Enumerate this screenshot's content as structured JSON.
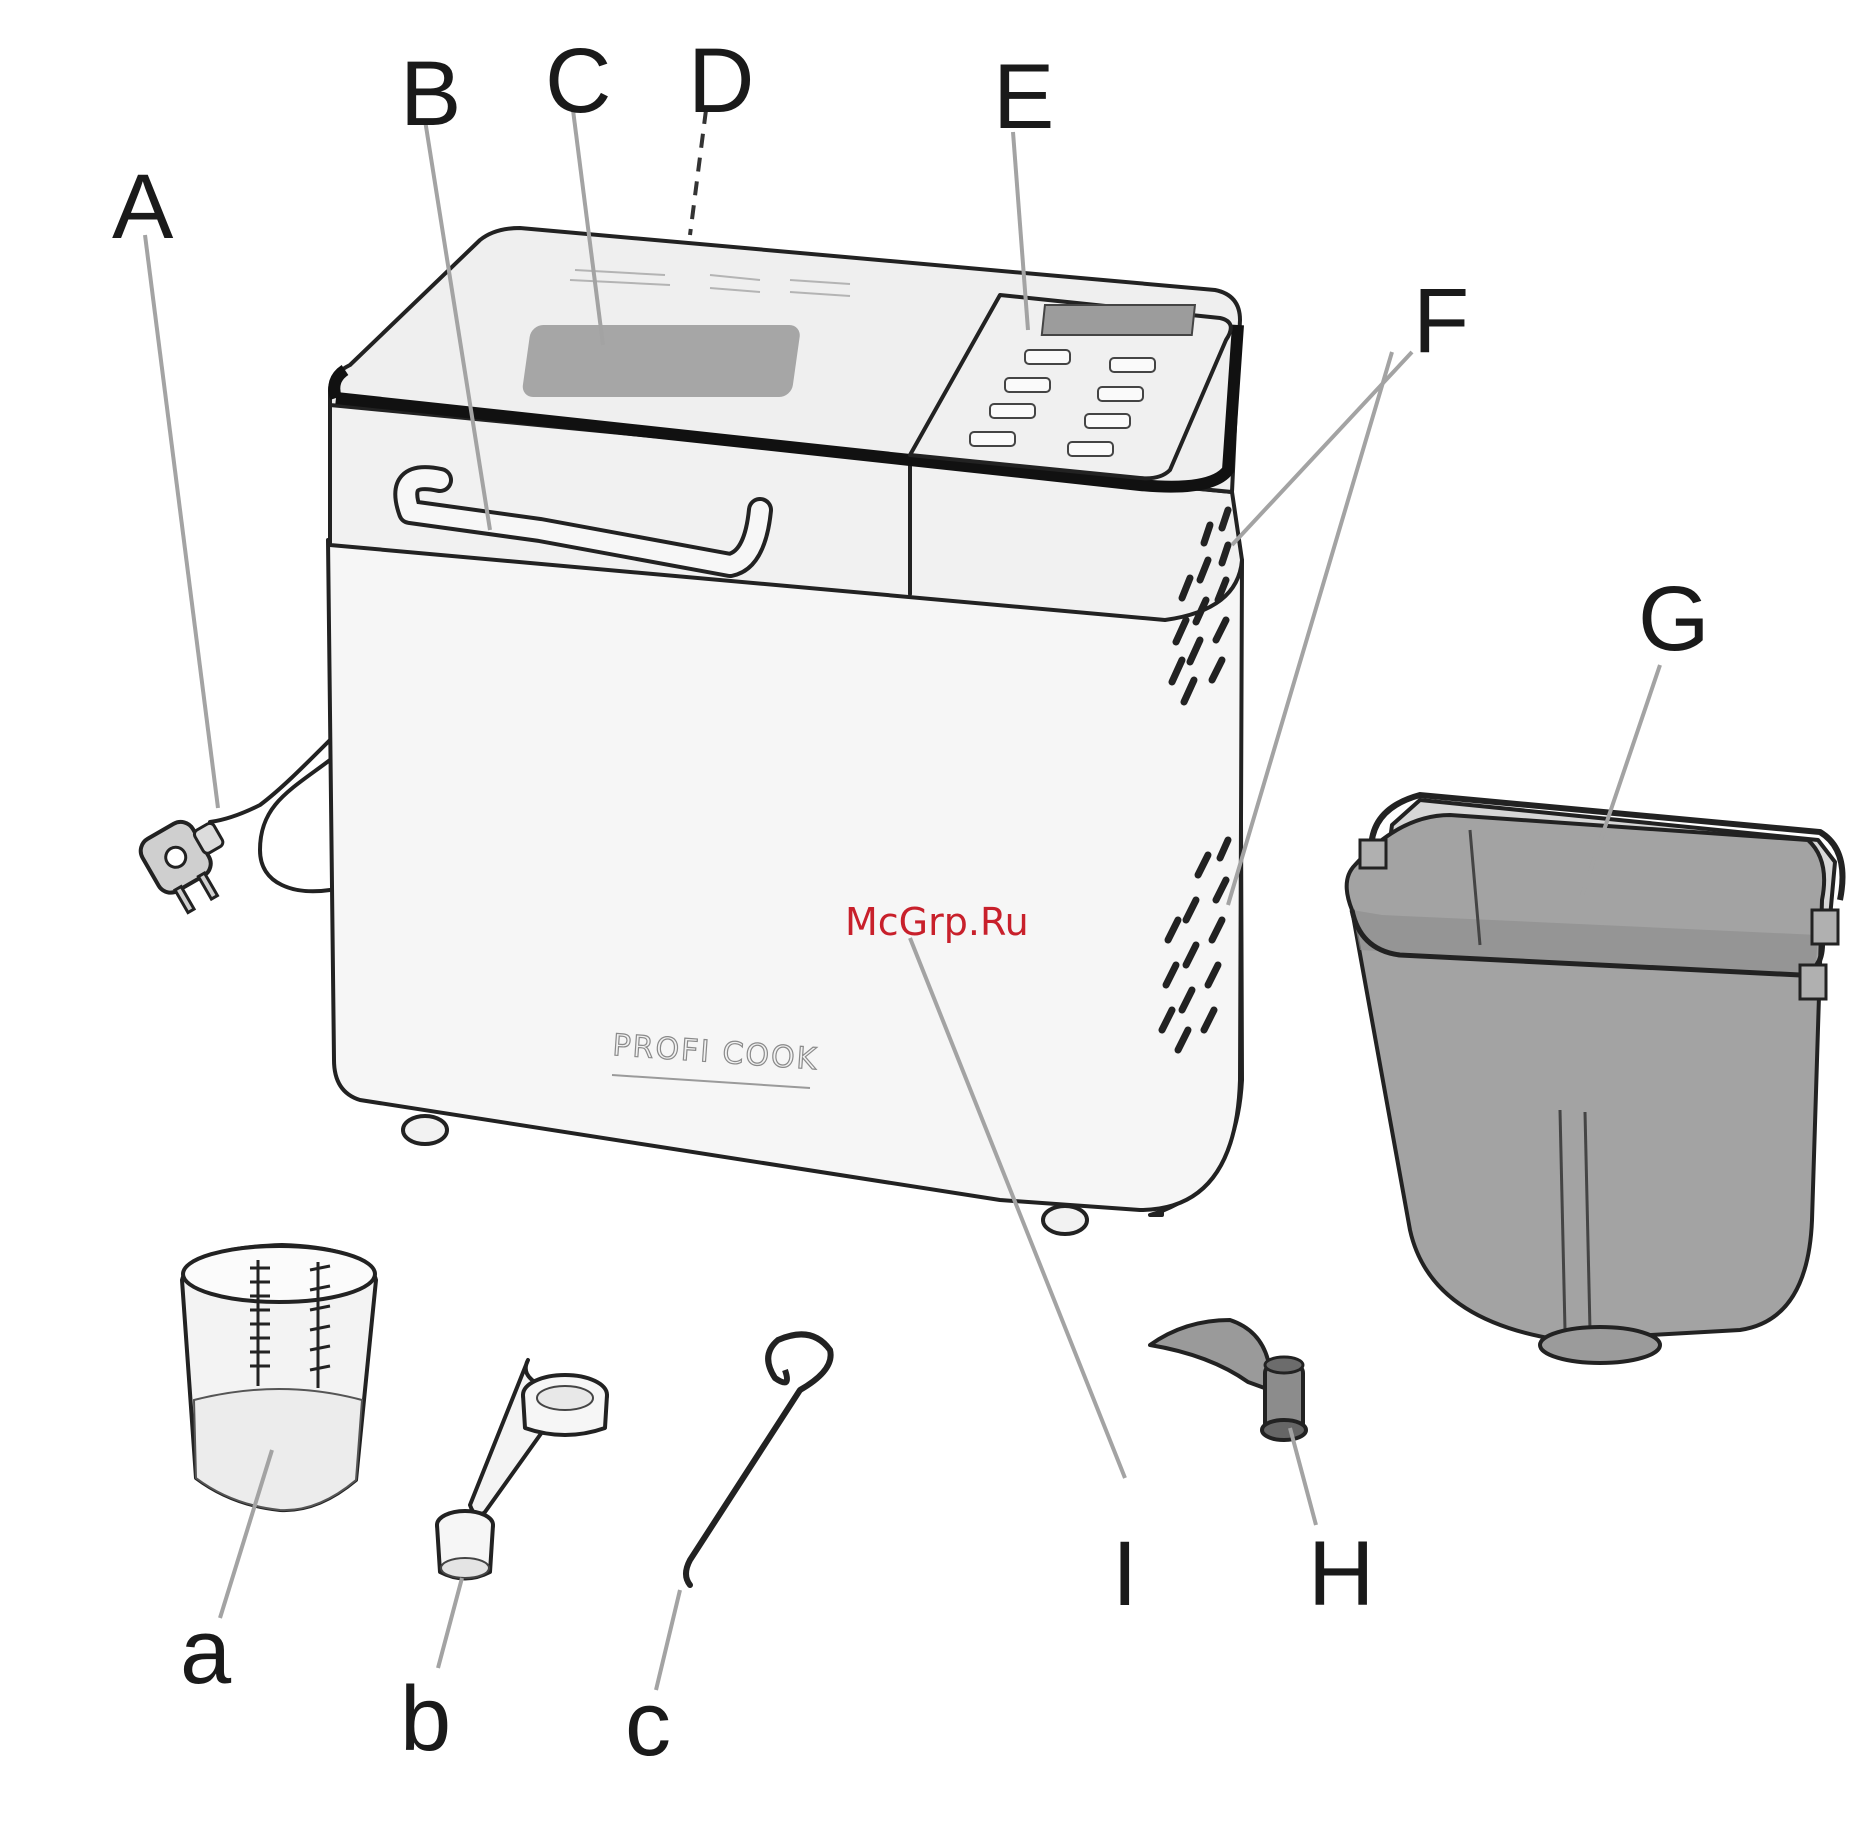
{
  "callouts": {
    "A": "A",
    "B": "B",
    "C": "C",
    "D": "D",
    "E": "E",
    "F": "F",
    "G": "G",
    "H": "H",
    "I": "I",
    "a": "a",
    "b": "b",
    "c": "c"
  },
  "brand_text": "PROFI COOK",
  "watermark": "McGrp.Ru",
  "colors": {
    "body": "#f4f4f4",
    "outline": "#222222",
    "window": "#a6a6a6",
    "pan": "#a3a3a3",
    "leader": "#a3a3a3",
    "watermark": "#c8202b"
  }
}
